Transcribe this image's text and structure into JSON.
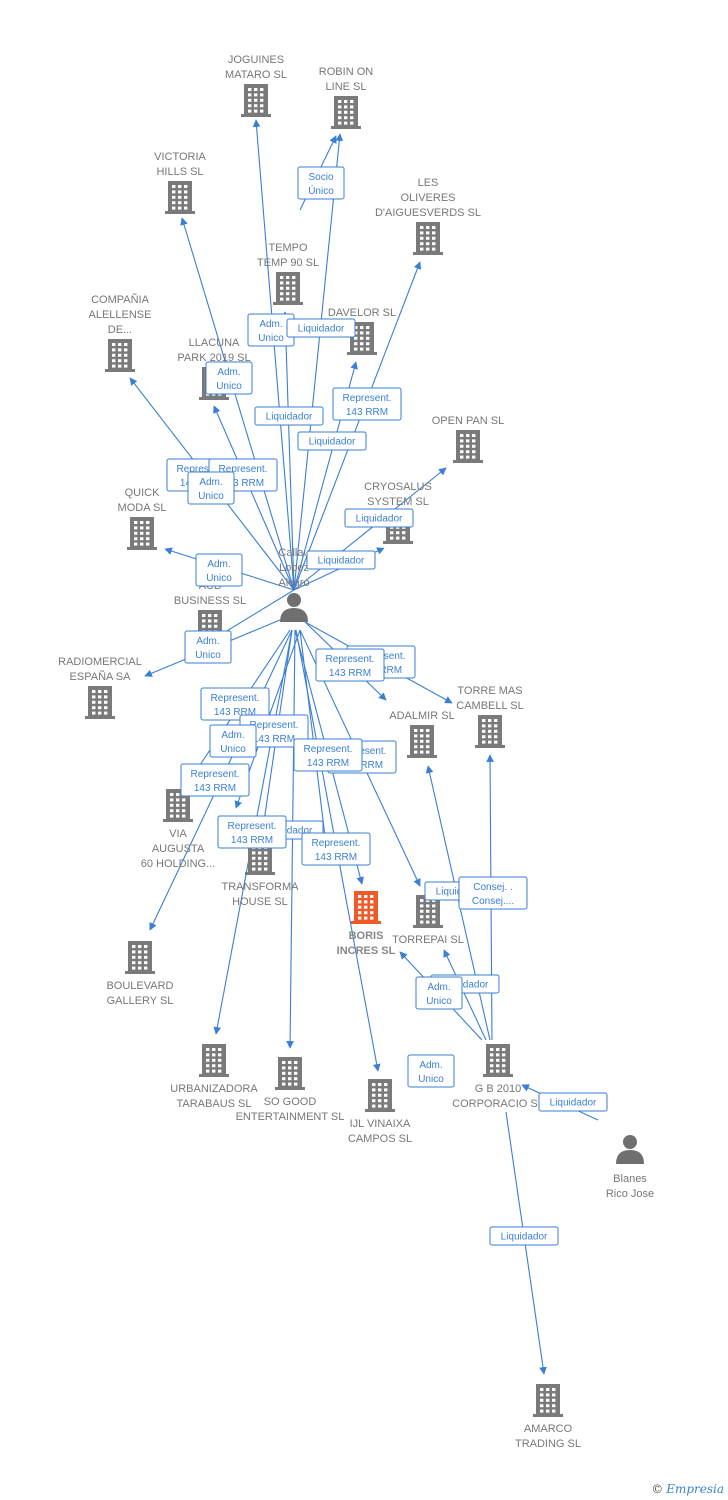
{
  "colors": {
    "edge": "#3a7fd5",
    "building": "#7a7a7a",
    "focus": "#f05a28",
    "person": "#6f6f6f"
  },
  "nodes": [
    {
      "id": "joguines",
      "type": "company",
      "lines": [
        "JOGUINES",
        "MATARO SL"
      ]
    },
    {
      "id": "robin",
      "type": "company",
      "lines": [
        "ROBIN ON",
        "LINE SL"
      ]
    },
    {
      "id": "victoria",
      "type": "company",
      "lines": [
        "VICTORIA",
        "HILLS SL"
      ]
    },
    {
      "id": "oliveres",
      "type": "company",
      "lines": [
        "LES",
        "OLIVERES",
        "D'AIGUESVERDS SL"
      ]
    },
    {
      "id": "tempo",
      "type": "company",
      "lines": [
        "TEMPO",
        "TEMP 90 SL"
      ]
    },
    {
      "id": "compania",
      "type": "company",
      "lines": [
        "COMPAÑIA",
        "ALELLENSE",
        "DE..."
      ]
    },
    {
      "id": "davelor",
      "type": "company",
      "lines": [
        "DAVELOR SL"
      ]
    },
    {
      "id": "llacuna",
      "type": "company",
      "lines": [
        "LLACUNA",
        "PARK 2019  SL"
      ]
    },
    {
      "id": "openpan",
      "type": "company",
      "lines": [
        "OPEN PAN SL"
      ]
    },
    {
      "id": "quick",
      "type": "company",
      "lines": [
        "QUICK",
        "MODA SL"
      ]
    },
    {
      "id": "cryosalus",
      "type": "company",
      "lines": [
        "CRYOSALUS",
        "SYSTEM SL"
      ]
    },
    {
      "id": "callau",
      "type": "person",
      "lines": [
        "Callau",
        "Lopez",
        "Alvaro"
      ]
    },
    {
      "id": "acb",
      "type": "company",
      "lines": [
        "ACB",
        "BUSINESS  SL"
      ]
    },
    {
      "id": "radiomercial",
      "type": "company",
      "lines": [
        "RADIOMERCIAL",
        "ESPAÑA SA"
      ]
    },
    {
      "id": "torremas",
      "type": "company",
      "lines": [
        "TORRE MAS",
        "CAMBELL SL"
      ]
    },
    {
      "id": "adalmir",
      "type": "company",
      "lines": [
        "ADALMIR SL"
      ]
    },
    {
      "id": "via",
      "type": "company",
      "lines": [
        "VIA",
        "AUGUSTA",
        "60 HOLDING..."
      ]
    },
    {
      "id": "transforma",
      "type": "company",
      "lines": [
        "TRANSFORMA",
        "HOUSE  SL"
      ]
    },
    {
      "id": "boris",
      "type": "focus",
      "lines": [
        "BORIS",
        "INCRES  SL"
      ]
    },
    {
      "id": "torrepai",
      "type": "company",
      "lines": [
        "TORREPAI SL"
      ]
    },
    {
      "id": "boulevard",
      "type": "company",
      "lines": [
        "BOULEVARD",
        "GALLERY SL"
      ]
    },
    {
      "id": "urbanizadora",
      "type": "company",
      "lines": [
        "URBANIZADORA",
        "TARABAUS  SL"
      ]
    },
    {
      "id": "sogood",
      "type": "company",
      "lines": [
        "SO GOOD",
        "ENTERTAINMENT SL"
      ]
    },
    {
      "id": "ijl",
      "type": "company",
      "lines": [
        "IJL VINAIXA",
        "CAMPOS SL"
      ]
    },
    {
      "id": "gb2010",
      "type": "company",
      "lines": [
        "G B 2010",
        "CORPORACIO SL"
      ]
    },
    {
      "id": "blanes",
      "type": "person",
      "lines": [
        "Blanes",
        "Rico Jose"
      ]
    },
    {
      "id": "amarco",
      "type": "company",
      "lines": [
        "AMARCO",
        "TRADING SL"
      ]
    }
  ],
  "edge_labels": [
    {
      "id": "e1",
      "lines": [
        "Socio",
        "Único"
      ]
    },
    {
      "id": "e2",
      "lines": [
        "Adm.",
        "Unico"
      ]
    },
    {
      "id": "e3",
      "lines": [
        "Liquidador"
      ]
    },
    {
      "id": "e4",
      "lines": [
        "Adm.",
        "Unico"
      ]
    },
    {
      "id": "e5",
      "lines": [
        "Represent.",
        "143 RRM"
      ]
    },
    {
      "id": "e6",
      "lines": [
        "Liquidador"
      ]
    },
    {
      "id": "e7",
      "lines": [
        "Liquidador"
      ]
    },
    {
      "id": "e8",
      "lines": [
        "Represent.",
        "143 RRM"
      ]
    },
    {
      "id": "e9",
      "lines": [
        "Represent.",
        "143 RRM"
      ]
    },
    {
      "id": "e10",
      "lines": [
        "Adm.",
        "Unico"
      ]
    },
    {
      "id": "e11",
      "lines": [
        "Liquidador"
      ]
    },
    {
      "id": "e12",
      "lines": [
        "Liquidador"
      ]
    },
    {
      "id": "e13",
      "lines": [
        "Adm.",
        "Unico"
      ]
    },
    {
      "id": "e14",
      "lines": [
        "Adm.",
        "Unico"
      ]
    },
    {
      "id": "e15",
      "lines": [
        "Represent.",
        "143 RRM"
      ]
    },
    {
      "id": "e16",
      "lines": [
        "Represent.",
        "143 RRM"
      ]
    },
    {
      "id": "e17",
      "lines": [
        "Represent.",
        "143 RRM"
      ]
    },
    {
      "id": "e18",
      "lines": [
        "Represent.",
        "143 RRM"
      ]
    },
    {
      "id": "e19",
      "lines": [
        "Adm.",
        "Unico"
      ]
    },
    {
      "id": "e20",
      "lines": [
        "Represent.",
        "143 RRM"
      ]
    },
    {
      "id": "e21",
      "lines": [
        "Represent.",
        "143 RRM"
      ]
    },
    {
      "id": "e22",
      "lines": [
        "Represent.",
        "143 RRM"
      ]
    },
    {
      "id": "e23",
      "lines": [
        "Liquidador"
      ]
    },
    {
      "id": "e24",
      "lines": [
        "Represent.",
        "143 RRM"
      ]
    },
    {
      "id": "e25",
      "lines": [
        "Represent.",
        "143 RRM"
      ]
    },
    {
      "id": "e26",
      "lines": [
        "Liquidador"
      ]
    },
    {
      "id": "e27",
      "lines": [
        "Consej. .",
        "Consej...."
      ]
    },
    {
      "id": "e28",
      "lines": [
        "Liquidador"
      ]
    },
    {
      "id": "e29",
      "lines": [
        "Adm.",
        "Unico"
      ]
    },
    {
      "id": "e30",
      "lines": [
        "Adm.",
        "Unico"
      ]
    },
    {
      "id": "e31",
      "lines": [
        "Liquidador"
      ]
    },
    {
      "id": "e32",
      "lines": [
        "Liquidador"
      ]
    }
  ],
  "footer": {
    "copyright": "©",
    "brand": "Empresia"
  }
}
